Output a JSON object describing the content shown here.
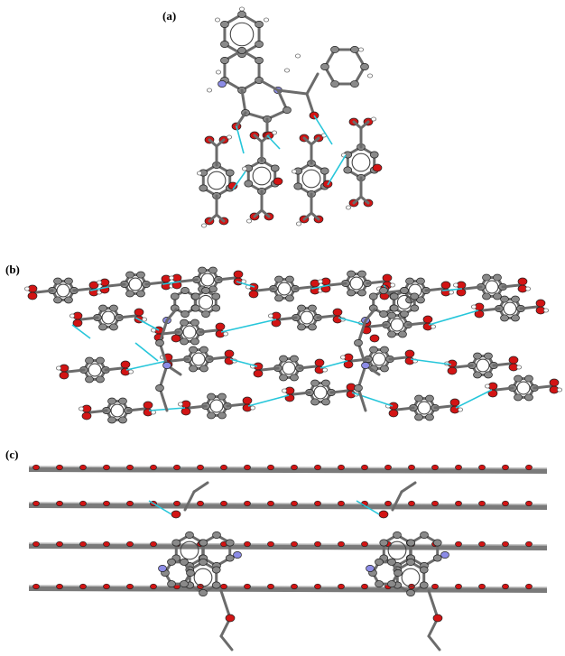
{
  "figure": {
    "panels": [
      {
        "id": "a",
        "label": "(a)"
      },
      {
        "id": "b",
        "label": "(b)"
      },
      {
        "id": "c",
        "label": "(c)"
      }
    ]
  },
  "colors": {
    "carbon": "#8a8a8a",
    "carbon_dark": "#4a4a4a",
    "oxygen": "#d21414",
    "nitrogen": "#8c8ce6",
    "hydrogen": "#ffffff",
    "hbond": "#26c6da",
    "bond": "#6b6b6b"
  }
}
